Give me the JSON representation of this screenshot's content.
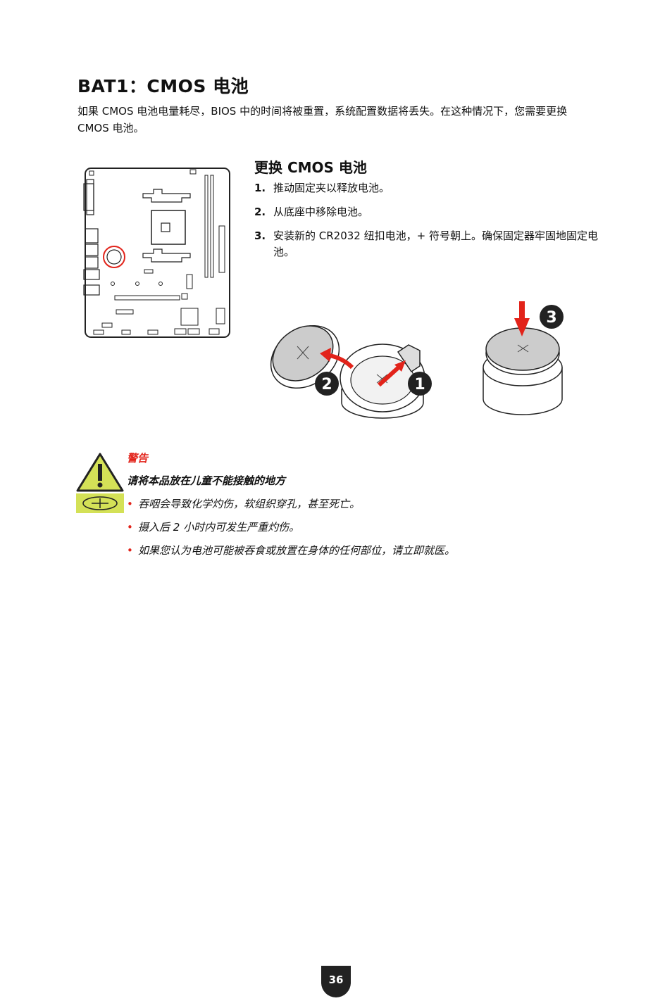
{
  "heading": "BAT1：CMOS 电池",
  "intro": "如果 CMOS 电池电量耗尽，BIOS 中的时间将被重置，系统配置数据将丢失。在这种情况下，您需要更换 CMOS 电池。",
  "replace": {
    "title": "更换 CMOS 电池",
    "steps": [
      {
        "num": "1.",
        "text": "推动固定夹以释放电池。"
      },
      {
        "num": "2.",
        "text": "从底座中移除电池。"
      },
      {
        "num": "3.",
        "text": "安装新的 CR2032 纽扣电池，+ 符号朝上。确保固定器牢固地固定电池。"
      }
    ]
  },
  "illustration": {
    "badges": [
      "2",
      "1",
      "3"
    ],
    "accent": "#e2231a"
  },
  "warning": {
    "label": "警告",
    "heading": "请将本品放在儿童不能接触的地方",
    "items": [
      "吞咽会导致化学灼伤，软组织穿孔，甚至死亡。",
      "摄入后 2 小时内可发生严重灼伤。",
      "如果您认为电池可能被吞食或放置在身体的任何部位，请立即就医。"
    ],
    "icon_color": "#d4e157"
  },
  "page_number": "36"
}
